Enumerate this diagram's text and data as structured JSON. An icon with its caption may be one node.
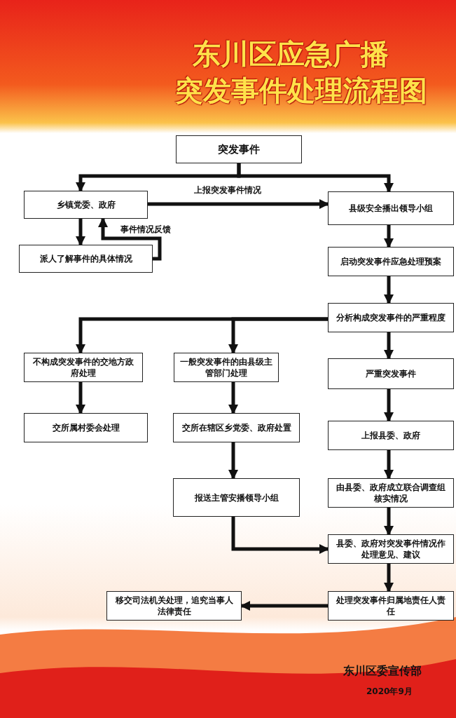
{
  "diagram": {
    "title": "东川区应急广播",
    "nodes": [
      {
        "text": [
          "突发事件"
        ]
      },
      {
        "text": [
          "乡镇党委、政府"
        ]
      },
      {
        "text": [
          "县级安全播出领导小组"
        ]
      },
      {
        "text": [
          "派人了解事件的具体情况"
        ]
      },
      {
        "text": [
          "启动突发事件应急处理预案"
        ]
      },
      {
        "text": [
          "分析构成突发事件的严重程度"
        ]
      },
      {
        "text": [
          "不构成突发事件的交地方政府处理"
        ]
      },
      {
        "text": [
          "一般突发事件的由县级主管部门处理"
        ]
      },
      {
        "text": [
          "严重突发事件"
        ]
      },
      {
        "text": [
          "交所属村委会处理"
        ]
      },
      {
        "text": [
          "交所在辖区乡党委、政府处置"
        ]
      },
      {
        "text": [
          "上报县委、政府"
        ]
      },
      {
        "text": [
          "报送主管安播领导小组"
        ]
      },
      {
        "text": [
          "由县委、政府成立联合调查组核实情况"
        ]
      },
      {
        "text": [
          "县委、政府对突发事件情况作处理意见、建议"
        ]
      },
      {
        "text": [
          "移交司法机关处理，追究当事人法律责任"
        ]
      },
      {
        "text": [
          "处理突发事件归属地责任人责任"
        ]
      }
    ],
    "edges": [
      {
        "from": 0,
        "to": 1,
        "arrow": "to"
      },
      {
        "from": 0,
        "to": 2,
        "arrow": "to"
      },
      {
        "from": 1,
        "to": 2,
        "arrow": "to",
        "label": "上报突发事件情况"
      },
      {
        "from": 1,
        "to": 3,
        "arrow": "to"
      },
      {
        "from": 3,
        "to": 1,
        "arrow": "to",
        "label": "事件情况反馈"
      },
      {
        "from": 2,
        "to": 4,
        "arrow": "to"
      },
      {
        "from": 4,
        "to": 5,
        "arrow": "to"
      },
      {
        "from": 5,
        "to": 6,
        "arrow": "to"
      },
      {
        "from": 5,
        "to": 7,
        "arrow": "to"
      },
      {
        "from": 5,
        "to": 8,
        "arrow": "to"
      },
      {
        "from": 6,
        "to": 9,
        "arrow": "to"
      },
      {
        "from": 7,
        "to": 10,
        "arrow": "to"
      },
      {
        "from": 10,
        "to": 12,
        "arrow": "to"
      },
      {
        "from": 8,
        "to": 11,
        "arrow": "to"
      },
      {
        "from": 11,
        "to": 13,
        "arrow": "to"
      },
      {
        "from": 13,
        "to": 14,
        "arrow": "to"
      },
      {
        "from": 12,
        "to": 14,
        "arrow": "to"
      },
      {
        "from": 14,
        "to": 16,
        "arrow": "to"
      },
      {
        "from": 16,
        "to": 15,
        "arrow": "to"
      }
    ],
    "labels": [
      "突发事件处理流程图",
      "东川区委宣传部",
      "2020年9月"
    ]
  }
}
